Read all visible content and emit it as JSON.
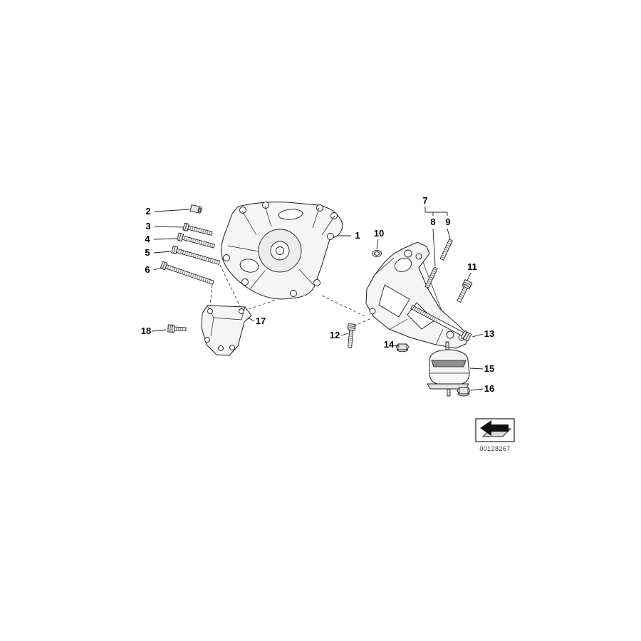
{
  "diagram": {
    "title": "engine-suspension-parts-diagram",
    "labels": [
      "1",
      "2",
      "3",
      "4",
      "5",
      "6",
      "7",
      "8",
      "9",
      "10",
      "11",
      "12",
      "13",
      "14",
      "15",
      "16",
      "17",
      "18"
    ],
    "stamp": {
      "code": "00128267"
    },
    "colors": {
      "background": "#ffffff",
      "line": "#1a1a1a",
      "part_fill": "#f5f5f5",
      "shadow_fill": "#8f8f8f",
      "stamp_text": "#3a3a3a"
    }
  }
}
